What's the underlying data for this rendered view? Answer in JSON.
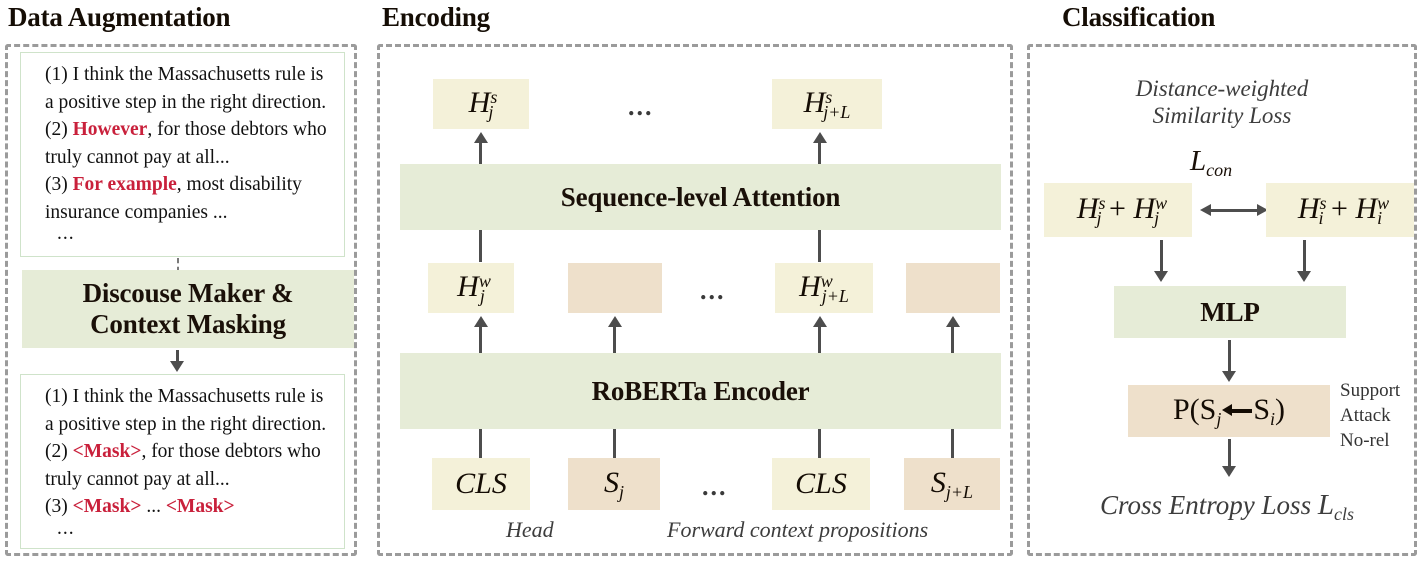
{
  "sections": {
    "left": {
      "title": "Data Augmentation"
    },
    "middle": {
      "title": "Encoding"
    },
    "right": {
      "title": "Classification"
    }
  },
  "augmentation": {
    "original_text": {
      "line1": "(1) I think the Massachusetts rule is a positive step in the right direction.",
      "line2_num": "(2) ",
      "line2_marker": "However",
      "line2_rest": ", for those debtors who truly cannot pay at all...",
      "line3_num": "(3) ",
      "line3_marker": "For example",
      "line3_rest": ", most disability insurance companies ...",
      "ellipsis": "..."
    },
    "process_box": {
      "line1": "Discouse Maker &",
      "line2": "Context Masking"
    },
    "masked_text": {
      "line1": "(1) I think the Massachusetts rule is a positive step in the right direction.",
      "line2_num": "(2) ",
      "line2_marker": "<Mask>",
      "line2_rest": ", for those debtors who truly cannot pay at all...",
      "line3_num": "(3) ",
      "line3_marker_a": "<Mask>",
      "line3_mid": " ... ",
      "line3_marker_b": "<Mask>",
      "ellipsis": "..."
    }
  },
  "encoding": {
    "seq_attention_label": "Sequence-level Attention",
    "roberta_label": "RoBERTa Encoder",
    "sentence_outputs": [
      {
        "base": "H",
        "sup": "s",
        "sub": "j"
      },
      {
        "base": "H",
        "sup": "s",
        "sub": "j+L"
      }
    ],
    "word_outputs": [
      {
        "base": "H",
        "sup": "w",
        "sub": "j"
      },
      {
        "base": "H",
        "sup": "w",
        "sub": "j+L"
      }
    ],
    "tokens": [
      {
        "label": "CLS",
        "sub": "",
        "color": "cream"
      },
      {
        "label": "S",
        "sub": "j",
        "color": "tan"
      },
      {
        "label": "CLS",
        "sub": "",
        "color": "cream"
      },
      {
        "label": "S",
        "sub": "j+L",
        "color": "tan"
      }
    ],
    "ellipsis": "...",
    "caption_head": "Head",
    "caption_context": "Forward context propositions"
  },
  "classification": {
    "loss_caption_line1": "Distance-weighted",
    "loss_caption_line2": "Similarity Loss",
    "con_loss": {
      "symbol": "L",
      "sub": "con"
    },
    "pair_left": {
      "a_base": "H",
      "a_sup": "s",
      "a_sub": "j",
      "plus": "+",
      "b_base": "H",
      "b_sup": "w",
      "b_sub": "j"
    },
    "pair_right": {
      "a_base": "H",
      "a_sup": "s",
      "a_sub": "i",
      "plus": "+",
      "b_base": "H",
      "b_sup": "w",
      "b_sub": "i"
    },
    "mlp_label": "MLP",
    "prob_box": {
      "prefix": "P(S",
      "sub1": "j",
      "arrow": "left-arrow",
      "mid": "S",
      "sub2": "i",
      "suffix": ")"
    },
    "classes": [
      "Support",
      "Attack",
      "No-rel"
    ],
    "ce_loss_text": "Cross Entropy Loss",
    "cls_loss": {
      "symbol": "L",
      "sub": "cls"
    }
  },
  "colors": {
    "green": "#e6ecd7",
    "cream": "#f4f1d9",
    "tan": "#eee0cb",
    "highlight_red": "#c9203b",
    "dash_gray": "#9b9b9b",
    "card_border_green": "#cfe3ca"
  }
}
